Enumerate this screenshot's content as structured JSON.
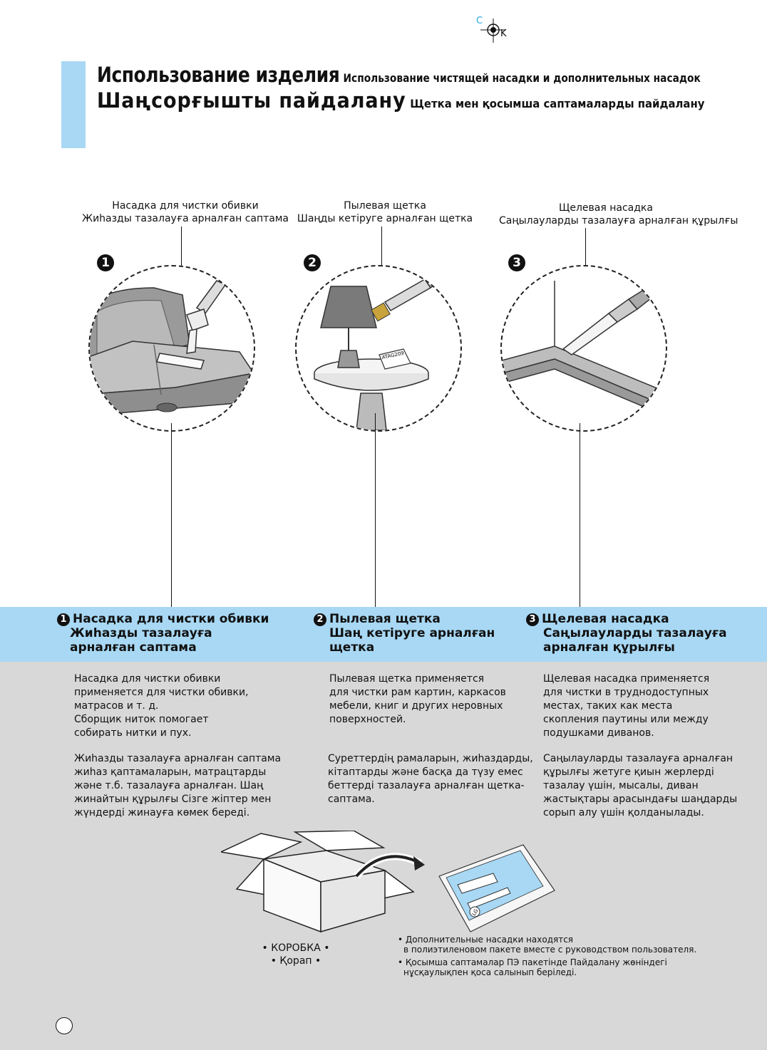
{
  "registration": {
    "c": "C",
    "k": "K"
  },
  "header": {
    "title_ru": "Использование изделия",
    "subtitle_ru": "Использование чистящей насадки и дополнительных насадок",
    "title_kz": "Шаңсорғышты пайдалану",
    "subtitle_kz": "Щетка мен қосымша саптамаларды пайдалану"
  },
  "illustrations": [
    {
      "number": "1",
      "label_ru": "Насадка для чистки обивки",
      "label_kz": "Жиһазды тазалауға арналған саптама"
    },
    {
      "number": "2",
      "label_ru": "Пылевая щетка",
      "label_kz": "Шаңды кетіруге арналған щетка"
    },
    {
      "number": "3",
      "label_ru": "Щелевая насадка",
      "label_kz": "Саңылауларды тазалауға арналған құрылғы"
    }
  ],
  "lamp_card_text": "ATAG209",
  "sections": [
    {
      "number": "1",
      "title_lines": [
        "Насадка для чистки обивки",
        "Жиһазды тазалауға",
        "арналған саптама"
      ],
      "ru_lines": [
        "Насадка для чистки обивки",
        "применяется для чистки обивки,",
        "матрасов и т. д.",
        "Сборщик ниток помогает",
        "собирать нитки и пух."
      ],
      "kz_lines": [
        "Жиһазды тазалауға арналған саптама",
        "жиһаз қаптамаларын, матрацтарды",
        "және т.б. тазалауға арналған. Шаң",
        "жинайтын құрылғы Сізге жіптер мен",
        "жүндерді жинауға көмек береді."
      ]
    },
    {
      "number": "2",
      "title_lines": [
        "Пылевая щетка",
        "Шаң кетіруге арналған",
        "щетка"
      ],
      "ru_lines": [
        "Пылевая щетка применяется",
        "для чистки рам картин, каркасов",
        "мебели, книг и других неровных",
        "поверхностей."
      ],
      "kz_lines": [
        "Суреттердің рамаларын, жиһаздарды,",
        "кітаптарды және басқа да түзу емес",
        "беттерді тазалауға арналған щетка-",
        "саптама."
      ]
    },
    {
      "number": "3",
      "title_lines": [
        "Щелевая насадка",
        "Саңылауларды тазалауға",
        "арналған құрылғы"
      ],
      "ru_lines": [
        "Щелевая насадка применяется",
        "для чистки в труднодоступных",
        "местах, таких как места",
        "скопления паутины или между",
        "подушками диванов."
      ],
      "kz_lines": [
        "Саңылауларды тазалауға арналған",
        "құрылғы жетуге қиын жерлерді",
        "тазалау үшін, мысалы, диван",
        "жастықтары арасындағы шаңдарды",
        "сорып алу үшін қолданылады."
      ]
    }
  ],
  "box": {
    "label_ru": "• КОРОБКА •",
    "label_kz": "• Қорап •"
  },
  "bag_logo": "LG",
  "notes": {
    "ru_line1": "• Дополнительные насадки находятся",
    "ru_line2": "в полиэтиленовом пакете вместе с руководством пользователя.",
    "kz_line1": "• Қосымша саптамалар ПЭ пакетінде Пайдалану жөніндегі",
    "kz_line2": "нұсқаулықпен қоса салынып беріледі."
  },
  "colors": {
    "accent_blue": "#a8d8f4",
    "grey_panel": "#d8d8d8",
    "cmyk_cyan": "#29a8e0"
  }
}
